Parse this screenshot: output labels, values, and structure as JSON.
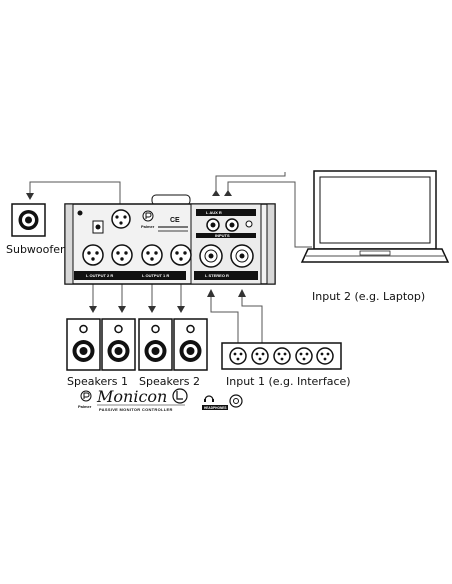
{
  "labels": {
    "subwoofer": "Subwoofer",
    "input2": "Input 2 (e.g. Laptop)",
    "input1": "Input 1 (e.g. Interface)",
    "speakers1": "Speakers 1",
    "speakers2": "Speakers 2"
  },
  "panel": {
    "output2": "L   OUTPUT 2   R",
    "output1": "L   OUTPUT 1   R",
    "stereo": "L   STEREO   R",
    "aux": "L   AUX   R",
    "inputs": "INPUTS",
    "brand_small": "Palmer",
    "ce": "CE"
  },
  "logo": {
    "brand": "Palmer",
    "product": "Monicon",
    "tagline": "PASSIVE MONITOR CONTROLLER",
    "headphones": "HEADPHONES"
  },
  "colors": {
    "line": "#555555",
    "ink": "#111111",
    "panel_bg": "#f2f2f2"
  }
}
